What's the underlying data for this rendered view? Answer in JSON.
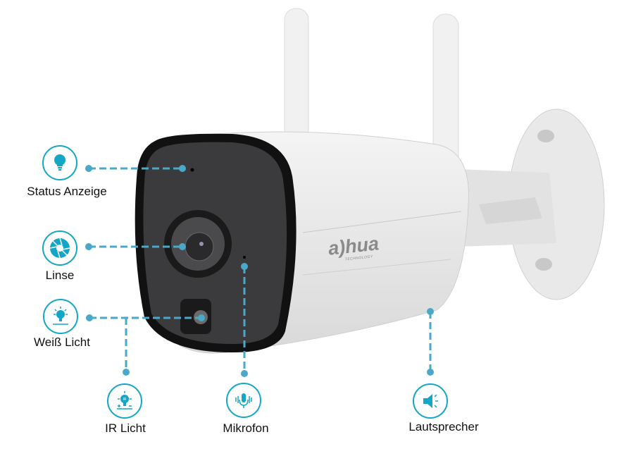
{
  "brand": {
    "name": "a)hua",
    "tagline": "TECHNOLOGY"
  },
  "colors": {
    "accent": "#14a6c6",
    "line": "#4aa8c8"
  },
  "callouts": [
    {
      "label": "Status Anzeige",
      "icon": "lightbulb-icon"
    },
    {
      "label": "Linse",
      "icon": "aperture-icon"
    },
    {
      "label": "Weiß Licht",
      "icon": "white-light-icon"
    },
    {
      "label": "IR Licht",
      "icon": "ir-light-icon"
    },
    {
      "label": "Mikrofon",
      "icon": "microphone-icon"
    },
    {
      "label": "Lautsprecher",
      "icon": "speaker-icon"
    }
  ]
}
